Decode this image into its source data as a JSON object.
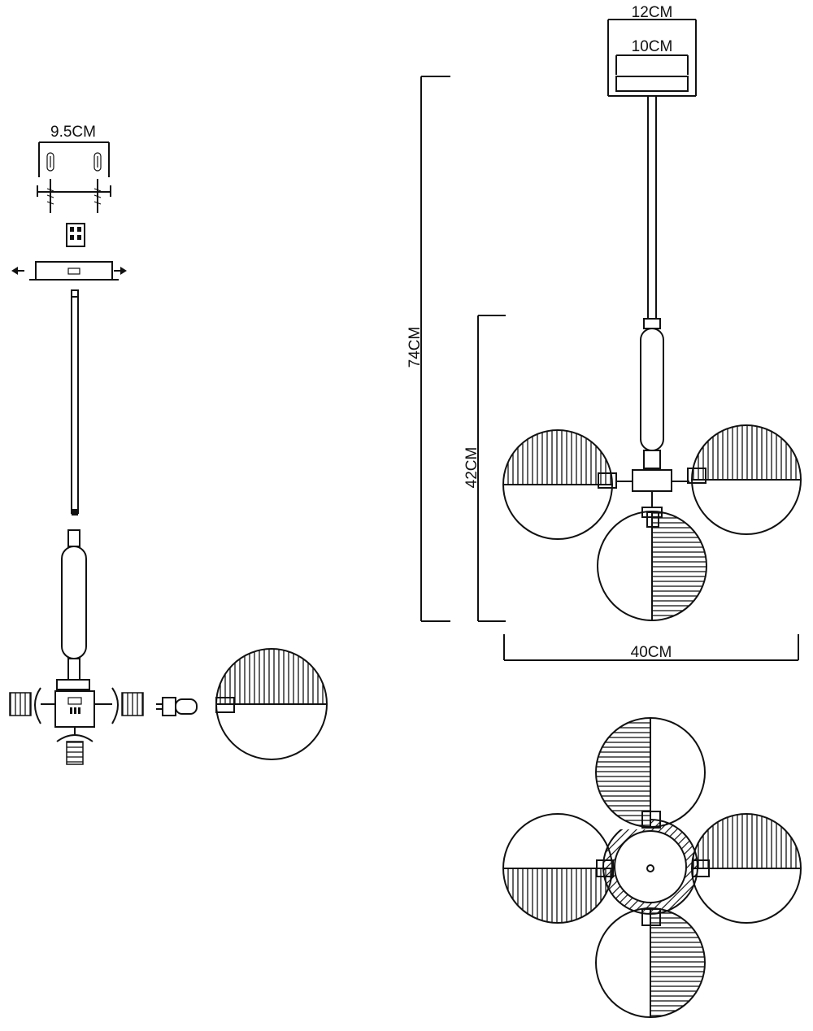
{
  "dimensions": {
    "ceiling_outer": "12CM",
    "ceiling_inner": "10CM",
    "total_height": "74CM",
    "body_height": "42CM",
    "width": "40CM",
    "bracket_width": "9.5CM"
  },
  "icons": [
    "screw-icon",
    "wire-connector-icon",
    "g9-bulb-icon",
    "arrow-left-icon",
    "arrow-right-icon"
  ],
  "colors": {
    "line": "#111111",
    "background": "#ffffff"
  }
}
